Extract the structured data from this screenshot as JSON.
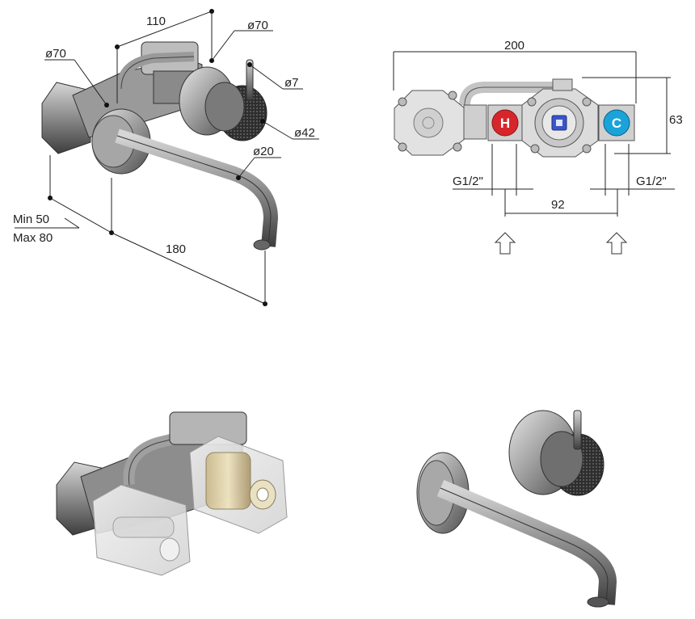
{
  "top_left": {
    "dim_110": "110",
    "dim_o70_top": "ø70",
    "dim_o70_left": "ø70",
    "dim_o7": "ø7",
    "dim_o42": "ø42",
    "dim_o20": "ø20",
    "dim_min": "Min 50",
    "dim_max": "Max 80",
    "dim_180": "180"
  },
  "top_right": {
    "dim_200": "200",
    "dim_63": "63",
    "dim_g_left": "G1/2\"",
    "dim_g_right": "G1/2\"",
    "dim_92": "92",
    "hot_label": "H",
    "cold_label": "C"
  },
  "colors": {
    "hot": "#d7262b",
    "cold": "#1aa3d9",
    "mixer_center": "#3a55c9",
    "metal_light": "#d9d9d9",
    "metal_mid": "#9a9a9a",
    "metal_dark": "#4a4a4a"
  }
}
